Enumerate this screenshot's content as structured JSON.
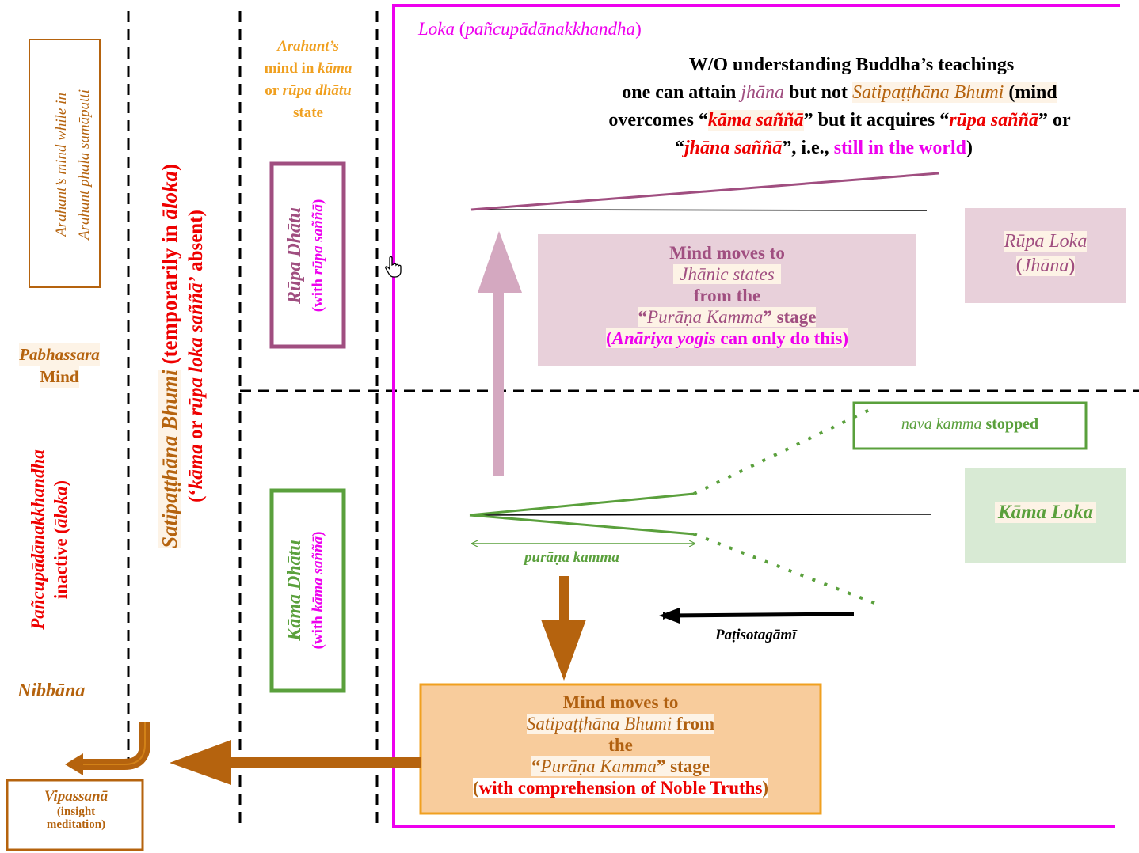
{
  "colors": {
    "magenta": "#ee00ee",
    "red": "#ee0000",
    "brown": "#b5630e",
    "plum": "#a04e80",
    "green": "#5aa03c",
    "orange": "#f0a020",
    "pink_box": "#e8d0da",
    "green_box": "#d8ead4",
    "orange_box": "#f8cc9c"
  },
  "left": {
    "arahant_box": {
      "line1": "Arahant’s  mind  while   in",
      "line2": "Arahant phala samāpatti"
    },
    "pabhassara": {
      "line1": "Pabhassara",
      "line2": "Mind"
    },
    "panc": {
      "line1": "Pañcupādānakkhandha",
      "line2": "inactive (āloka)"
    },
    "nibbana": "Nibbāna",
    "vipassana": {
      "line1": "Vipassanā",
      "line2": "(insight",
      "line3": "meditation)"
    }
  },
  "satipatthana": {
    "line1_a": "Satipaṭṭhāna Bhumi",
    "line1_b": " (temporarily in ",
    "line1_c": "āloka",
    "line1_d": ")",
    "line2_a": "(‘",
    "line2_b": "kāma",
    "line2_c": " or ",
    "line2_d": "rūpa loka saññā’",
    "line2_e": " absent)"
  },
  "arahant_mind": {
    "line1": "Arahant’s",
    "line2_a": "mind in ",
    "line2_b": "kāma",
    "line3_a": "or ",
    "line3_b": "rūpa dhātu",
    "line4": "state"
  },
  "rupa_dhatu": {
    "title": "Rūpa Dhātu",
    "sub_a": "(with ",
    "sub_b": "rūpa saññā",
    "sub_c": ")"
  },
  "kama_dhatu": {
    "title": "Kāma Dhātu",
    "sub_a": "(with ",
    "sub_b": "kāma saññā",
    "sub_c": ")"
  },
  "loka_title": {
    "a": "Loka",
    "b": " (",
    "c": "pañcupādānakkhandha",
    "d": ")"
  },
  "header": {
    "line1": "W/O understanding Buddha’s teachings",
    "line2_a": "one can attain ",
    "line2_b": "jhāna",
    "line2_c": " but not ",
    "line2_d": "Satipaṭṭhāna Bhumi",
    "line2_e": " (mind",
    "line3_a": "overcomes “",
    "line3_b": "kāma saññā",
    "line3_c": "” but it acquires “",
    "line3_d": "rūpa saññā",
    "line3_e": "” or",
    "line4_a": "“",
    "line4_b": "jhāna saññā",
    "line4_c": "”, i.e., ",
    "line4_d": "still in the world",
    "line4_e": ")"
  },
  "jhanic_box": {
    "line1": "Mind moves to",
    "line2": "Jhānic states",
    "line3": "from the",
    "line4_a": "“",
    "line4_b": "Purāṇa Kamma",
    "line4_c": "” stage",
    "line5_a": "(",
    "line5_b": "Anāriya yogis",
    "line5_c": " can only do this",
    "line5_d": ")"
  },
  "rupa_loka": {
    "line1": "Rūpa Loka",
    "line2_a": "(",
    "line2_b": "Jhāna",
    "line2_c": ")"
  },
  "kama_loka": "Kāma Loka",
  "nava_kamma": {
    "a": "nava kamma",
    "b": " stopped"
  },
  "purana_kamma": "purāṇa kamma",
  "patisotagami": "Paṭisotagāmī",
  "sati_box": {
    "line1": "Mind moves to",
    "line2_a": "Satipaṭṭhāna Bhumi",
    "line2_b": " from",
    "line3": "the",
    "line4_a": "“",
    "line4_b": "Purāṇa Kamma",
    "line4_c": "” stage",
    "line5_a": "(",
    "line5_b": "with comprehension of Noble Truths",
    "line5_c": ")"
  },
  "icons": {
    "cursor": "hand-cursor-icon"
  }
}
